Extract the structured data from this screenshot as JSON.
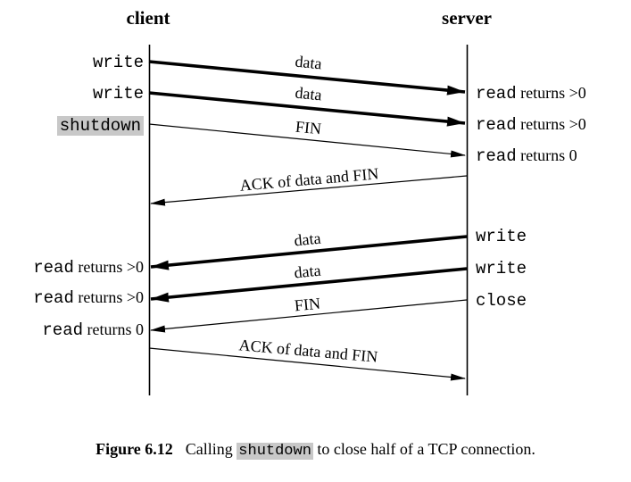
{
  "titles": {
    "client": "client",
    "server": "server"
  },
  "left_labels": [
    {
      "mono": "write",
      "serif": "",
      "highlight": false
    },
    {
      "mono": "write",
      "serif": "",
      "highlight": false
    },
    {
      "mono": "shutdown",
      "serif": "",
      "highlight": true
    },
    {
      "mono": "read",
      "serif": " returns >0",
      "highlight": false
    },
    {
      "mono": "read",
      "serif": " returns >0",
      "highlight": false
    },
    {
      "mono": "read",
      "serif": " returns 0",
      "highlight": false
    }
  ],
  "right_labels": [
    {
      "mono": "read",
      "serif": " returns >0"
    },
    {
      "mono": "read",
      "serif": " returns >0"
    },
    {
      "mono": "read",
      "serif": " returns 0"
    },
    {
      "mono": "write",
      "serif": ""
    },
    {
      "mono": "write",
      "serif": ""
    },
    {
      "mono": "close",
      "serif": ""
    }
  ],
  "arrows": [
    {
      "label": "data",
      "weight": "thick",
      "direction": "client-to-server"
    },
    {
      "label": "data",
      "weight": "thick",
      "direction": "client-to-server"
    },
    {
      "label": "FIN",
      "weight": "thin",
      "direction": "client-to-server"
    },
    {
      "label": "ACK of data and FIN",
      "weight": "thin",
      "direction": "server-to-client"
    },
    {
      "label": "data",
      "weight": "thick",
      "direction": "server-to-client"
    },
    {
      "label": "data",
      "weight": "thick",
      "direction": "server-to-client"
    },
    {
      "label": "FIN",
      "weight": "thin",
      "direction": "server-to-client"
    },
    {
      "label": "ACK of data and FIN",
      "weight": "thin",
      "direction": "client-to-server"
    }
  ],
  "caption": {
    "figure_label": "Figure 6.12",
    "before": "Calling ",
    "highlighted": "shutdown",
    "after": " to close half of a TCP connection."
  },
  "colors": {
    "ink": "#000000",
    "highlight": "#c8c8c8",
    "background": "#ffffff"
  }
}
